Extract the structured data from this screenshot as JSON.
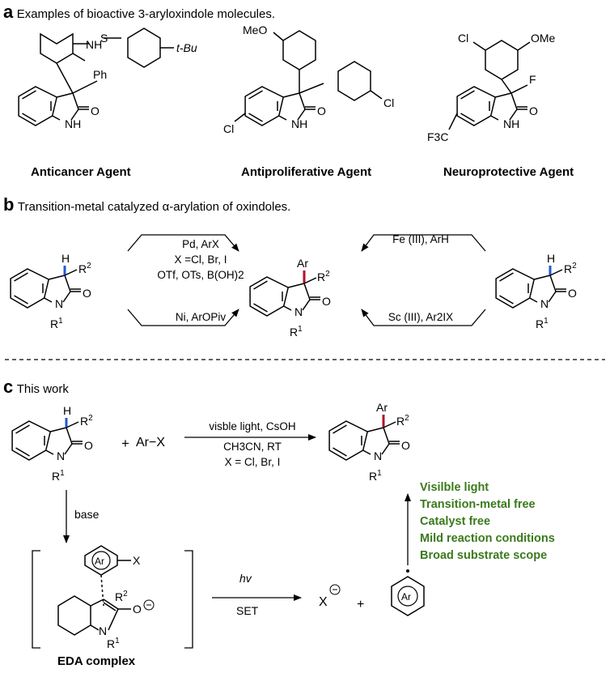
{
  "section_a": {
    "letter": "a",
    "title": "Examples of bioactive 3-aryloxindole molecules.",
    "compounds": [
      {
        "caption": "Anticancer Agent",
        "substituents": [
          "t-Bu",
          "Ph"
        ]
      },
      {
        "caption": "Antiproliferative Agent",
        "substituents": [
          "MeO",
          "Cl",
          "Cl"
        ]
      },
      {
        "caption": "Neuroprotective Agent",
        "substituents": [
          "Cl",
          "OMe",
          "F",
          "F3C"
        ]
      }
    ]
  },
  "section_b": {
    "letter": "b",
    "title": "Transition-metal catalyzed α-arylation of oxindoles.",
    "left_top_conditions": [
      "Pd, ArX",
      "X =Cl, Br, I",
      "OTf, OTs, B(OH)2"
    ],
    "left_bottom_conditions": [
      "Ni, ArOPiv"
    ],
    "right_top_conditions": [
      "Fe (III), ArH"
    ],
    "right_bottom_conditions": [
      "Sc (III), Ar2IX"
    ]
  },
  "section_c": {
    "letter": "c",
    "title": "This work",
    "plus": "+",
    "reagent": "Ar−X",
    "conditions": [
      "visble light, CsOH",
      "CH3CN, RT",
      "X = Cl, Br, I"
    ],
    "base_label": "base",
    "hv_label": "hv",
    "set_label": "SET",
    "halide": "X",
    "radical_plus": "+",
    "eda_caption": "EDA complex",
    "highlights": [
      "Visilble light",
      "Transition-metal free",
      "Catalyst free",
      "Mild reaction conditions",
      "Broad substrate scope"
    ]
  },
  "atom_labels": {
    "H": "H",
    "N": "N",
    "O": "O",
    "Ar": "Ar",
    "R1": "R",
    "R2": "R",
    "sup1": "1",
    "sup2": "2",
    "S": "S",
    "NH": "NH",
    "X": "X"
  }
}
